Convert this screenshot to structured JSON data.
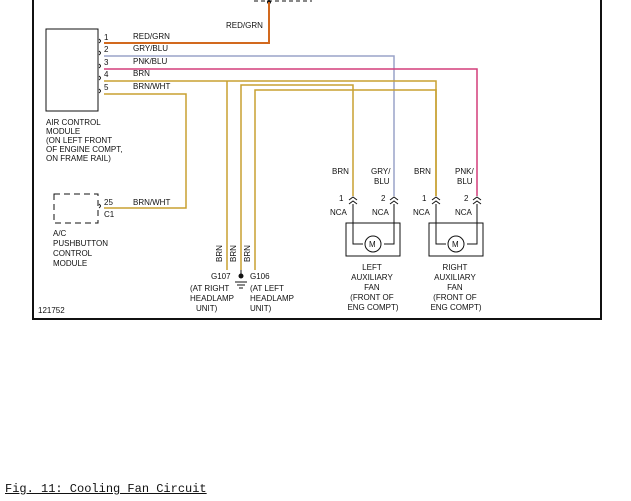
{
  "colors": {
    "red_grn": "#d2691e",
    "gry_blu": "#9aa3c8",
    "pnk_blu": "#d43d7a",
    "brn": "#c8a030",
    "brn_wht": "#c8a030",
    "frame": "#111111"
  },
  "labels": {
    "top_wire": "RED/GRN",
    "wire1": "RED/GRN",
    "wire2": "GRY/BLU",
    "wire3": "PNK/BLU",
    "wire4": "BRN",
    "wire5": "BRN/WHT",
    "wire25": "BRN/WHT",
    "pin1": "1",
    "pin2": "2",
    "pin3": "3",
    "pin4": "4",
    "pin5": "5",
    "pin25": "25",
    "c1": "C1",
    "brn": "BRN",
    "gry": "GRY/",
    "blu": "BLU",
    "pnk": "PNK/",
    "one": "1",
    "two": "2",
    "nca": "NCA",
    "g107": "G107",
    "g106": "G106",
    "fig_number": "121752"
  },
  "acm": [
    "AIR CONTROL",
    "MODULE",
    "(ON LEFT FRONT",
    "OF ENGINE COMPT,",
    "ON FRAME RAIL)"
  ],
  "ac": [
    "A/C",
    "PUSHBUTTON",
    "CONTROL",
    "MODULE"
  ],
  "g107_loc": [
    "(AT RIGHT",
    "HEADLAMP",
    "UNIT)"
  ],
  "g106_loc": [
    "(AT LEFT",
    "HEADLAMP",
    "UNIT)"
  ],
  "left_fan": [
    "LEFT",
    "AUXILIARY",
    "FAN",
    "(FRONT OF",
    "ENG COMPT)"
  ],
  "right_fan": [
    "RIGHT",
    "AUXILIARY",
    "FAN",
    "(FRONT OF",
    "ENG COMPT)"
  ],
  "caption": "Fig. 11: Cooling Fan Circuit"
}
